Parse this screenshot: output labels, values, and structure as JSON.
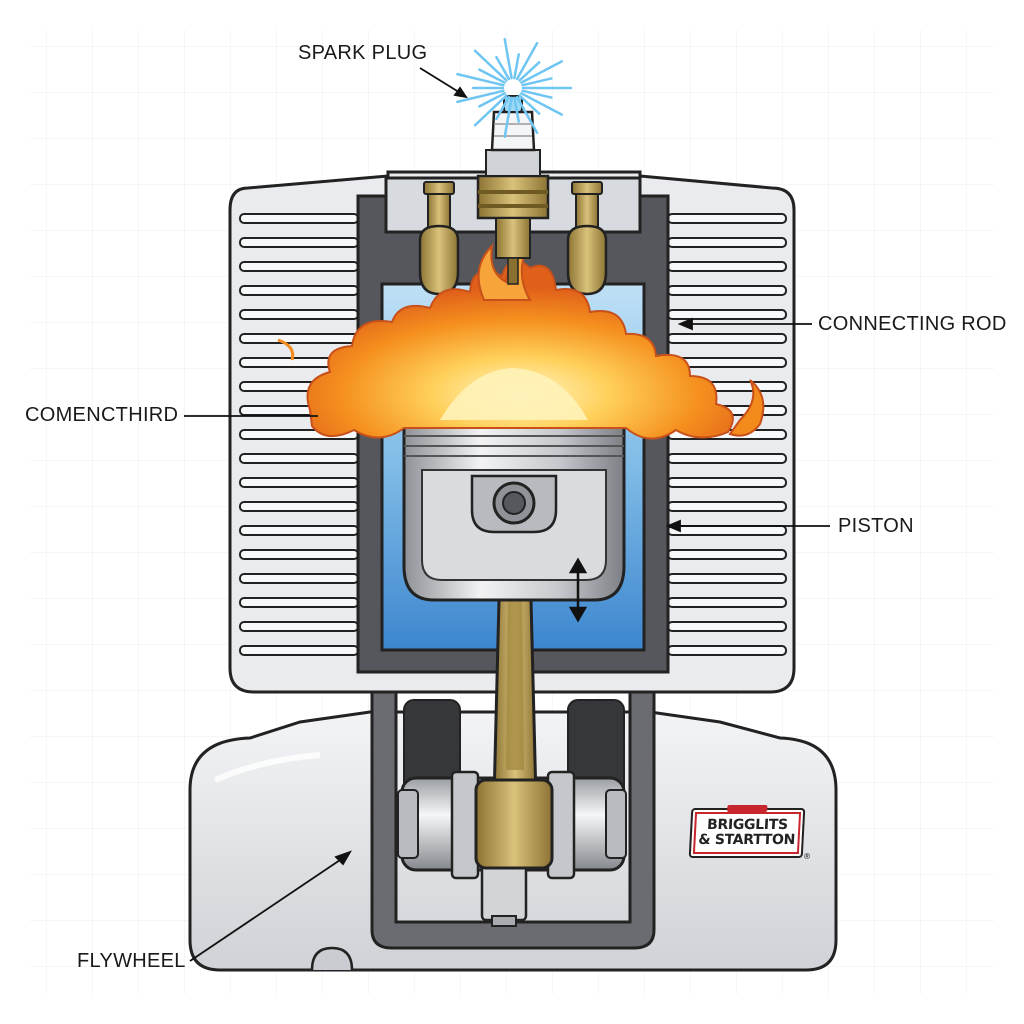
{
  "labels": {
    "spark_plug": "SPARK PLUG",
    "connecting_rod": "CONNECTING ROD",
    "combustion_chamber": "COMENCTHIRD",
    "piston": "PISTON",
    "flywheel": "FLYWHEEL"
  },
  "brand": {
    "line1": "BRIGGLITS",
    "line2": "& STARTTON",
    "reg": "®"
  },
  "colors": {
    "grid": "#e8ecf1",
    "metal": "#d6d9dd",
    "metal_dark": "#5e6066",
    "chamber": "#4a92d6",
    "flame": "#f28a1c",
    "flame_core": "#ffe58a",
    "brass": "#b89a4a",
    "spark": "#7fd0ff",
    "brand_red": "#c8262e"
  }
}
